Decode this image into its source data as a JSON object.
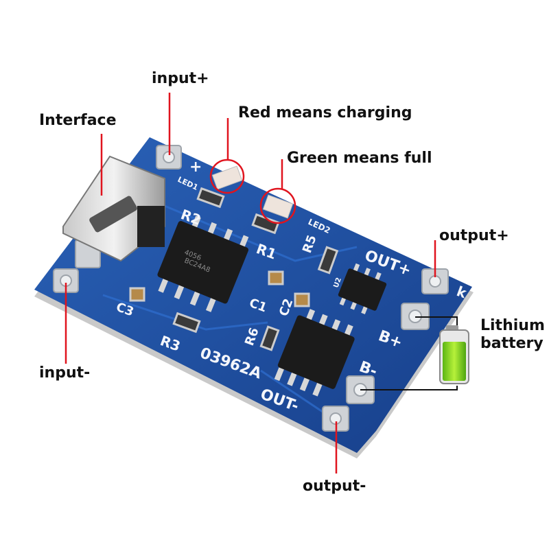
{
  "annotations": {
    "input_plus": "input+",
    "input_minus": "input-",
    "interface": "Interface",
    "red_led": "Red means charging",
    "green_led": "Green means full",
    "output_plus": "output+",
    "output_minus": "output-",
    "battery_line1": "Lithium",
    "battery_line2": "battery"
  },
  "silkscreen": {
    "plus": "+",
    "led1": "LED1",
    "led2": "LED2",
    "r1": "R1",
    "r2": "R2",
    "r3": "R3",
    "r5": "R5",
    "r6": "R6",
    "c1": "C1",
    "c2": "C2",
    "c3": "C3",
    "u2": "U2",
    "out_plus": "OUT+",
    "out_minus": "OUT-",
    "b_plus": "B+",
    "b_minus": "B-",
    "k": "k",
    "board_id": "03962A",
    "chip_marking_1": "4056",
    "chip_marking_2": "BC24A8"
  },
  "colors": {
    "board": "#1f4fa0",
    "annotation_line": "#e0141e",
    "battery": "#7fd61c"
  }
}
